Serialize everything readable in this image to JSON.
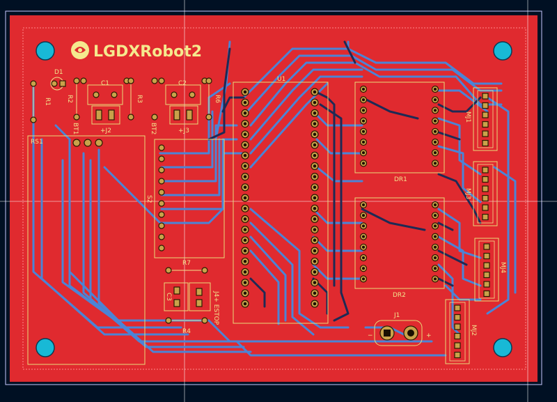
{
  "board": {
    "logo_text": "LGDXRobot2",
    "colors": {
      "background": "#001023",
      "copper_fill": "#e02a2f",
      "trace_back": "#4b84d6",
      "trace_front": "#1e2a55",
      "silkscreen": "#f2e48c",
      "mounting_hole": "#18b9d6",
      "edge_cut": "#c9c9ff"
    }
  },
  "labels": {
    "d1": "D1",
    "r1": "R1",
    "r2": "R2",
    "c1": "C1",
    "r3": "R3",
    "j2": "+J2",
    "bt1": "BT1",
    "c2": "C2",
    "r6": "R6",
    "j3": "+J3",
    "bt2": "BT2",
    "u1": "U1",
    "rs1": "RS1",
    "s2": "S2",
    "r7": "R7",
    "c3": "C3",
    "j4": "J4+ ESTOP",
    "r4": "R4",
    "dr1": "DR1",
    "dr2": "DR2",
    "mj1": "MJ1",
    "mj3": "MJ3",
    "mj4": "MJ4",
    "mj2": "MJ2",
    "j1": "J1",
    "j1_minus": "−",
    "j1_plus": "+"
  }
}
